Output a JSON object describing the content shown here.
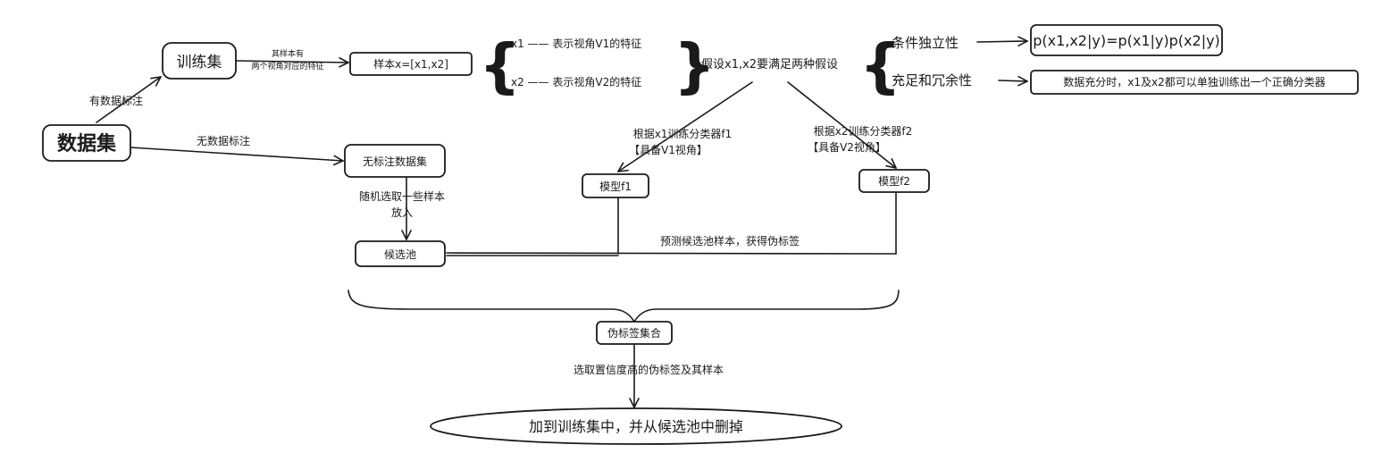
{
  "nodes": {
    "dataset": "数据集",
    "train_set": "训练集",
    "sample": "样本x=[x1,x2]",
    "unlabeled": "无标注数据集",
    "candidate_pool": "候选池",
    "model_f1": "模型f1",
    "model_f2": "模型f2",
    "pseudo_set": "伪标签集合",
    "final": "加到训练集中，并从候选池中删掉",
    "cond_formula": "p(x1,x2|y)=p(x1|y)p(x2|y)",
    "sufficiency_desc": "数据充分时，x1及x2都可以单独训练出一个正确分类器"
  },
  "labels": {
    "has_label": "有数据标注",
    "no_label": "无数据标注",
    "sample_line1": "其样本有",
    "sample_line2": "两个视角对应的特征",
    "x1_desc": "x1 —— 表示视角V1的特征",
    "x2_desc": "x2 —— 表示视角V2的特征",
    "assume": "假设x1,x2要满足两种假设",
    "cond_indep": "条件独立性",
    "sufficiency": "充足和冗余性",
    "random_select_1": "随机选取一些样本",
    "random_select_2": "放入",
    "train_f1_1": "根据x1训练分类器f1",
    "train_f1_2": "【具备V1视角】",
    "train_f2_1": "根据x2训练分类器f2",
    "train_f2_2": "【具备V2视角】",
    "predict": "预测候选池样本，获得伪标签",
    "select_high": "选取置信度高的伪标签及其样本"
  }
}
